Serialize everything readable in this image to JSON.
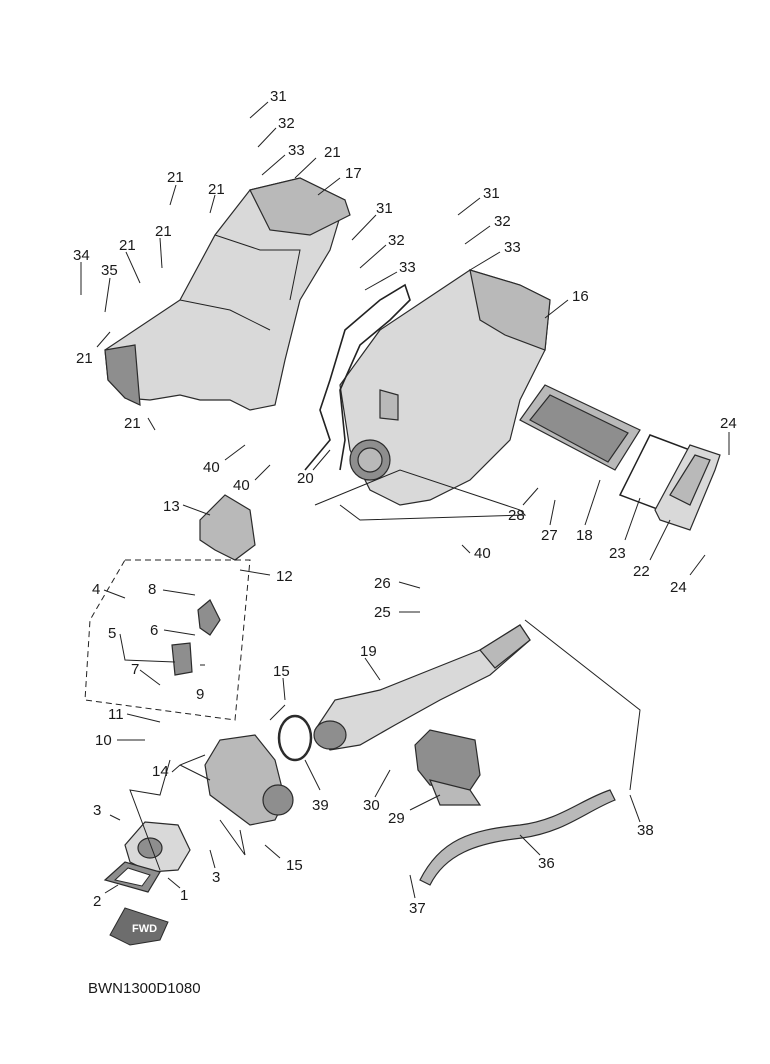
{
  "diagram": {
    "drawing_code": "BWN1300D1080",
    "fwd_label": "FWD",
    "callouts": [
      {
        "id": "c31a",
        "label": "31"
      },
      {
        "id": "c32a",
        "label": "32"
      },
      {
        "id": "c33a",
        "label": "33"
      },
      {
        "id": "c21a",
        "label": "21"
      },
      {
        "id": "c17",
        "label": "17"
      },
      {
        "id": "c21b",
        "label": "21"
      },
      {
        "id": "c21c",
        "label": "21"
      },
      {
        "id": "c21d",
        "label": "21"
      },
      {
        "id": "c21e",
        "label": "21"
      },
      {
        "id": "c34",
        "label": "34"
      },
      {
        "id": "c35",
        "label": "35"
      },
      {
        "id": "c21f",
        "label": "21"
      },
      {
        "id": "c21g",
        "label": "21"
      },
      {
        "id": "c40a",
        "label": "40"
      },
      {
        "id": "c40b",
        "label": "40"
      },
      {
        "id": "c31b",
        "label": "31"
      },
      {
        "id": "c32b",
        "label": "32"
      },
      {
        "id": "c33b",
        "label": "33"
      },
      {
        "id": "c31c",
        "label": "31"
      },
      {
        "id": "c32c",
        "label": "32"
      },
      {
        "id": "c33c",
        "label": "33"
      },
      {
        "id": "c16",
        "label": "16"
      },
      {
        "id": "c20",
        "label": "20"
      },
      {
        "id": "c24a",
        "label": "24"
      },
      {
        "id": "c28",
        "label": "28"
      },
      {
        "id": "c27",
        "label": "27"
      },
      {
        "id": "c18",
        "label": "18"
      },
      {
        "id": "c23",
        "label": "23"
      },
      {
        "id": "c22",
        "label": "22"
      },
      {
        "id": "c24b",
        "label": "24"
      },
      {
        "id": "c40c",
        "label": "40"
      },
      {
        "id": "c26",
        "label": "26"
      },
      {
        "id": "c25",
        "label": "25"
      },
      {
        "id": "c13",
        "label": "13"
      },
      {
        "id": "c12",
        "label": "12"
      },
      {
        "id": "c4",
        "label": "4"
      },
      {
        "id": "c8",
        "label": "8"
      },
      {
        "id": "c6",
        "label": "6"
      },
      {
        "id": "c5",
        "label": "5"
      },
      {
        "id": "c7",
        "label": "7"
      },
      {
        "id": "c9",
        "label": "9"
      },
      {
        "id": "c11",
        "label": "11"
      },
      {
        "id": "c10",
        "label": "10"
      },
      {
        "id": "c15a",
        "label": "15"
      },
      {
        "id": "c19",
        "label": "19"
      },
      {
        "id": "c14",
        "label": "14"
      },
      {
        "id": "c39",
        "label": "39"
      },
      {
        "id": "c30",
        "label": "30"
      },
      {
        "id": "c29",
        "label": "29"
      },
      {
        "id": "c38",
        "label": "38"
      },
      {
        "id": "c36",
        "label": "36"
      },
      {
        "id": "c3a",
        "label": "3"
      },
      {
        "id": "c3b",
        "label": "3"
      },
      {
        "id": "c15b",
        "label": "15"
      },
      {
        "id": "c2",
        "label": "2"
      },
      {
        "id": "c1",
        "label": "1"
      },
      {
        "id": "c37",
        "label": "37"
      }
    ]
  }
}
